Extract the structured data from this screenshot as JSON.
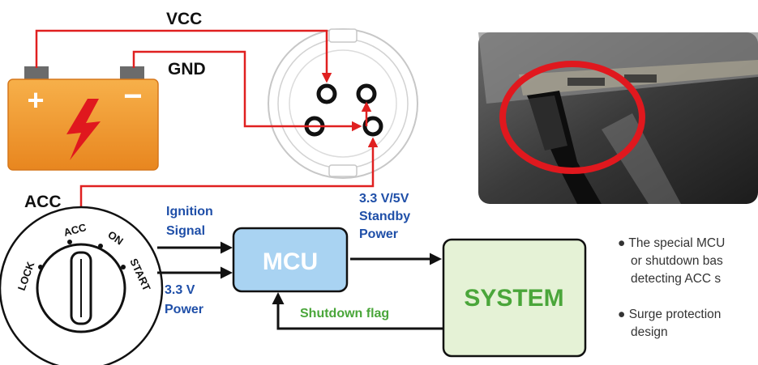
{
  "labels": {
    "vcc": "VCC",
    "gnd": "GND",
    "acc": "ACC",
    "ignition_line1": "Ignition",
    "ignition_line2": "Signal",
    "power_line1": "3.3 V",
    "power_line2": "Power",
    "standby_line1": "3.3 V/5V",
    "standby_line2": "Standby",
    "standby_line3": "Power",
    "shutdown": "Shutdown flag"
  },
  "blocks": {
    "mcu": "MCU",
    "system": "SYSTEM"
  },
  "key_switch": {
    "lock": "LOCK",
    "acc": "ACC",
    "on": "ON",
    "start": "START"
  },
  "battery": {
    "plus": "+",
    "minus": "−"
  },
  "notes": [
    {
      "bullet": "●",
      "lines": [
        "The special MCU",
        "or shutdown bas",
        "detecting ACC s"
      ]
    },
    {
      "bullet": "●",
      "lines": [
        "Surge protection",
        "design"
      ]
    }
  ],
  "colors": {
    "wire_red": "#e02020",
    "label_blue": "#1f4fa8",
    "label_green": "#4aa63a",
    "battery_orange": "#f29a2e",
    "mcu_fill": "#a9d3f2",
    "system_fill": "#e5f2d6"
  },
  "icons": {
    "battery": "battery-icon",
    "bolt": "lightning-bolt-icon",
    "connector": "din-connector-icon",
    "key_switch": "ignition-key-switch-icon",
    "photo": "connector-photo"
  }
}
